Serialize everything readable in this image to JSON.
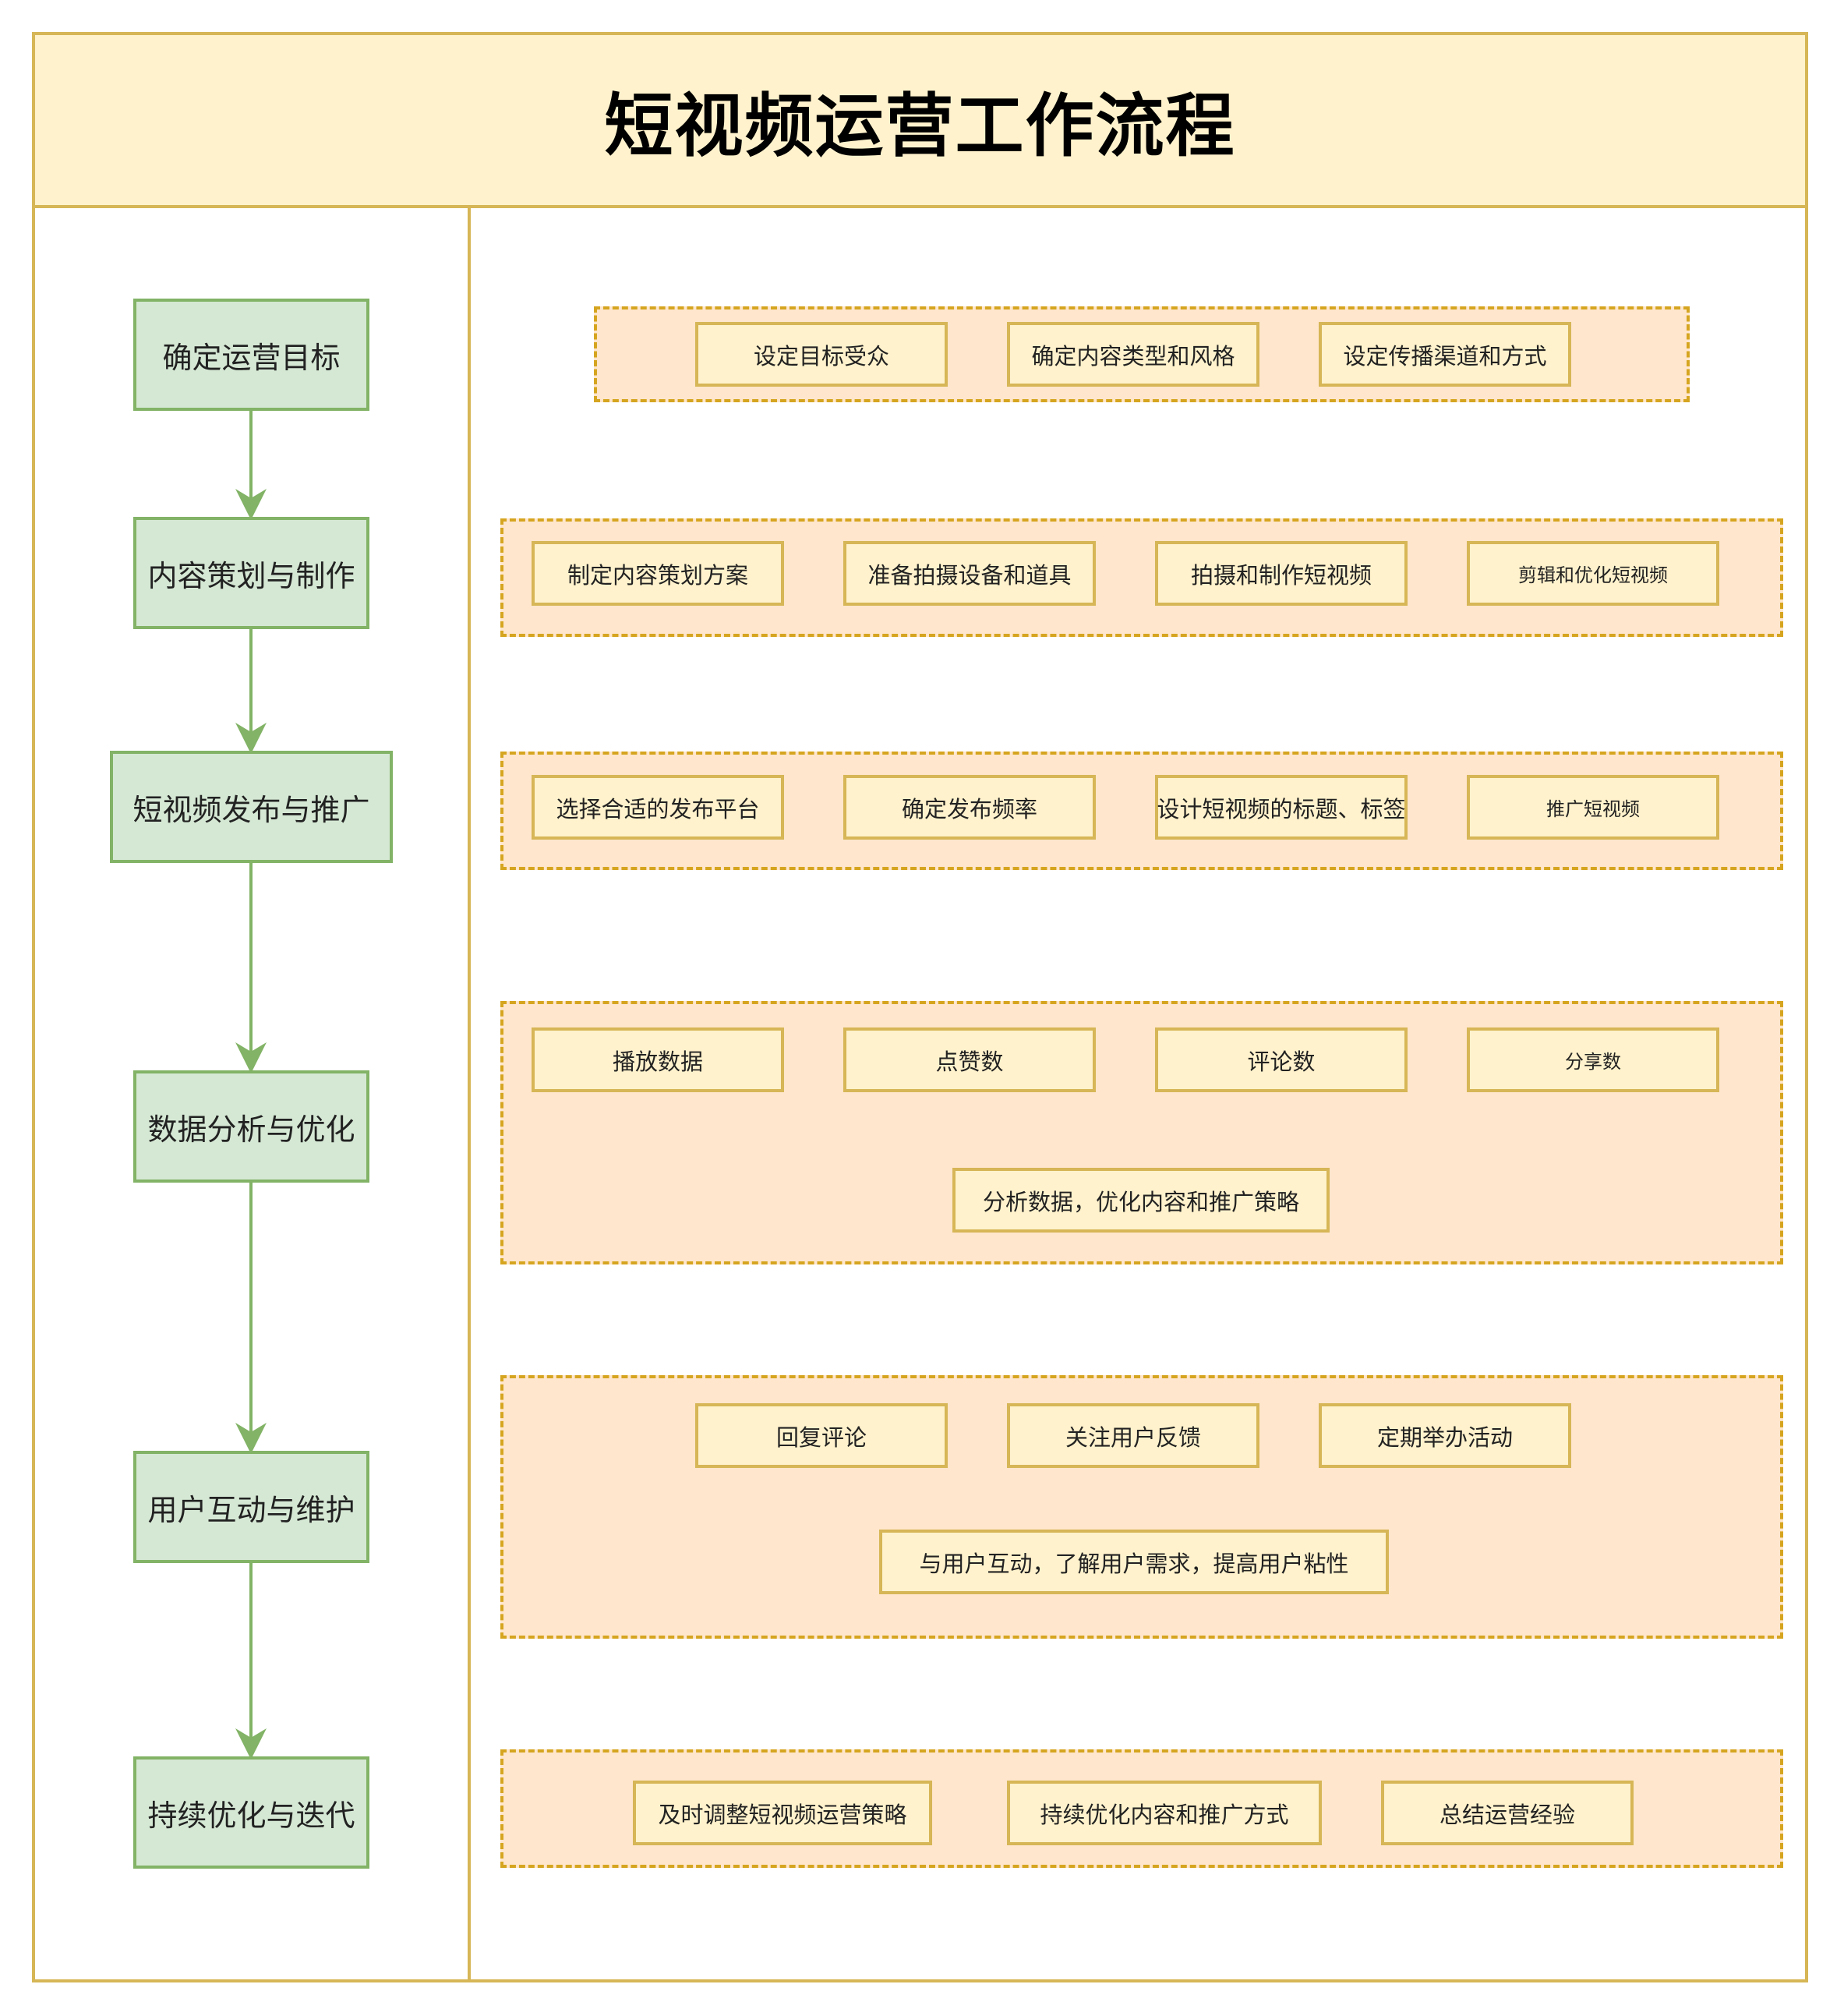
{
  "title": "短视频运营工作流程",
  "steps": [
    "确定运营目标",
    "内容策划与制作",
    "短视频发布与推广",
    "数据分析与优化",
    "用户互动与维护",
    "持续优化与迭代"
  ],
  "groups": {
    "goal": [
      "设定目标受众",
      "确定内容类型和风格",
      "设定传播渠道和方式"
    ],
    "planning": [
      "制定内容策划方案",
      "准备拍摄设备和道具",
      "拍摄和制作短视频",
      "剪辑和优化短视频"
    ],
    "publish": [
      "选择合适的发布平台",
      "确定发布频率",
      "设计短视频的标题、标签",
      "推广短视频"
    ],
    "analysis": {
      "items": [
        "播放数据",
        "点赞数",
        "评论数",
        "分享数"
      ],
      "result": "分析数据，优化内容和推广策略"
    },
    "interaction": {
      "items": [
        "回复评论",
        "关注用户反馈",
        "定期举办活动"
      ],
      "result": "与用户互动，了解用户需求，提高用户粘性"
    },
    "iteration": [
      "及时调整短视频运营策略",
      "持续优化内容和推广方式",
      "总结运营经验"
    ]
  },
  "colors": {
    "header_fill": "#fff2cc",
    "border_gold": "#d6b656",
    "step_fill": "#d5e8d4",
    "step_border": "#82b366",
    "group_fill": "#ffe6cc",
    "group_border": "#d6a520"
  }
}
